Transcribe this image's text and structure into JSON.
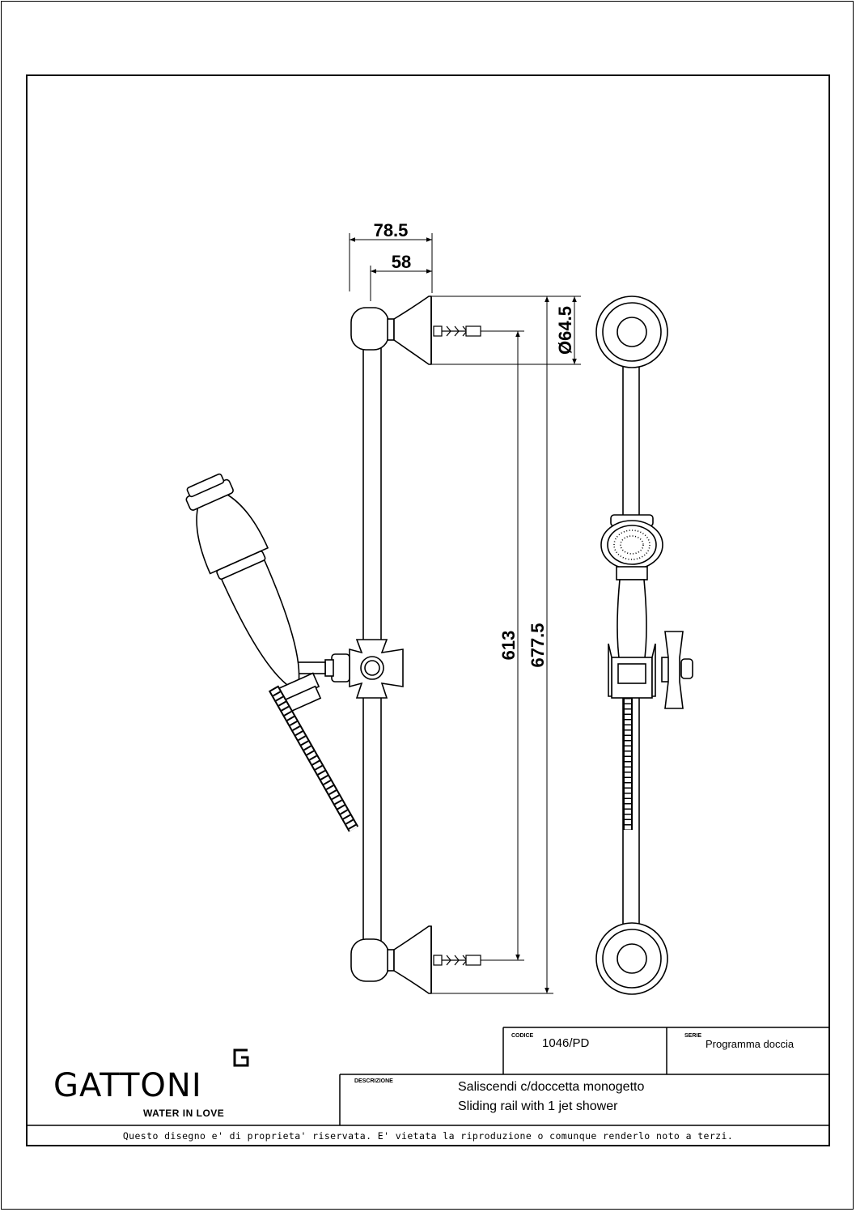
{
  "dimensions": {
    "width_overall": "78.5",
    "width_inner": "58",
    "bracket_diameter": "Ø64.5",
    "fixing_distance": "613",
    "overall_height": "677.5"
  },
  "title_block": {
    "code_label": "CODICE",
    "code_value": "1046/PD",
    "series_label": "SERIE",
    "series_value": "Programma doccia",
    "description_label": "DESCRIZIONE",
    "description_it": "Saliscendi c/doccetta monogetto",
    "description_en": "Sliding rail with 1 jet shower"
  },
  "logo": {
    "brand": "GATTONI",
    "tagline": "WATER IN LOVE"
  },
  "footer": {
    "notice": "Questo disegno e' di proprieta' riservata. E' vietata la riproduzione o comunque renderlo noto a terzi."
  }
}
